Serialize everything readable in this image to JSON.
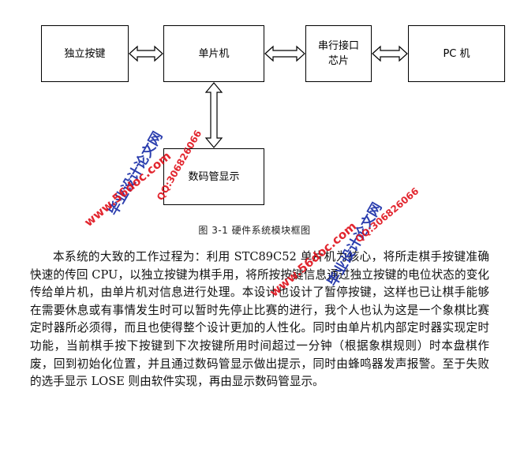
{
  "diagram": {
    "boxes": {
      "key": "独立按键",
      "mcu": "单片机",
      "uart": "串行接口\n芯片",
      "pc": "PC 机",
      "display": "数码管显示"
    },
    "caption": "图 3-1    硬件系统模块框图"
  },
  "body_paragraph": "本系统的大致的工作过程为：利用 STC89C52 单片机为核心，将所走棋手按键准确快速的传回 CPU，以独立按键为棋手用，将所按按键信息通过独立按键的电位状态的变化传给单片机，由单片机对信息进行处理。本设计也设计了暂停按键，这样也已让棋手能够在需要休息或有事情发生时可以暂时先停止比赛的进行，我个人也认为这是一个象棋比赛定时器所必须得，而且也使得整个设计更加的人性化。同时由单片机内部定时器实现定时功能，当前棋手按下按键到下次按键所用时间超过一分钟（根据象棋规则）时本盘棋作废，回到初始化位置，并且通过数码管显示做出提示，同时由蜂鸣器发声报警。至于失败的选手显示 LOSE 则由软件实现，再由显示数码管显示。",
  "watermarks": {
    "brand": "毕业设计论文网",
    "site": "www.56doc.com",
    "qq": "QQ:306826066"
  },
  "colors": {
    "watermark_red": "#e0141e",
    "watermark_blue": "#1a2ea8"
  }
}
